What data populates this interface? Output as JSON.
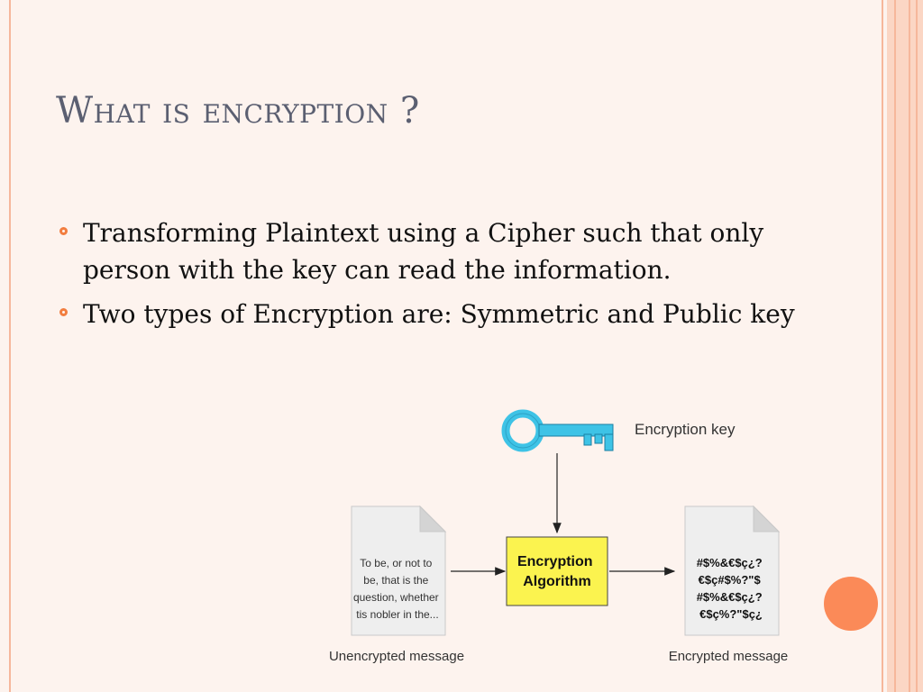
{
  "slide": {
    "title": "What is encryption ?",
    "bullets": [
      "Transforming Plaintext using a Cipher such that only person with the key can read the information.",
      "Two types of Encryption are: Symmetric and Public key"
    ]
  },
  "diagram": {
    "key_label": "Encryption key",
    "algorithm_label": [
      "Encryption",
      "Algorithm"
    ],
    "plaintext_lines": [
      "To be, or not to",
      "be, that is the",
      "question, whether",
      "tis nobler in the..."
    ],
    "ciphertext_lines": [
      "#$%&€$ç¿?",
      "€$ç#$%?\"$",
      "#$%&€$ç¿?",
      "€$ç%?\"$ç¿"
    ],
    "unencrypted_label": "Unencrypted message",
    "encrypted_label": "Encrypted message"
  },
  "colors": {
    "accent": "#f27d3f",
    "title": "#5b5f71",
    "key": "#3ec3e6",
    "algorithm_box": "#fbf34f",
    "decor_circle": "#fb8a58"
  }
}
